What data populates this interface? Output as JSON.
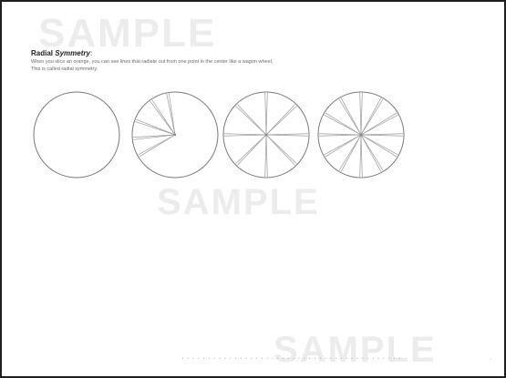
{
  "watermark": "SAMPLE",
  "worksheet": {
    "title_bold": "Radial",
    "title_italic": "Symmetry",
    "title_suffix": ":",
    "description_line1": "When you slice an orange, you can see lines that radiate out from one point in the center like a wagon wheel.",
    "description_line2": "This is called radial symmetry."
  },
  "footer": {
    "dots": "..........................................",
    "end": "."
  }
}
